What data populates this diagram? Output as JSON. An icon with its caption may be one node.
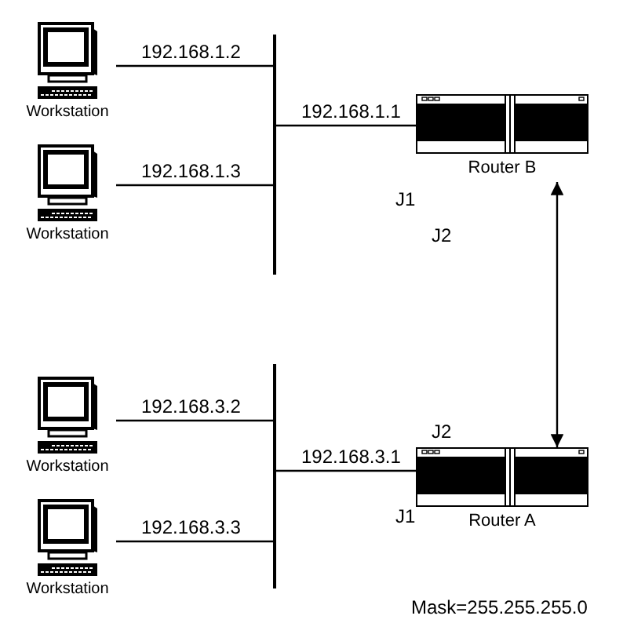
{
  "diagram": {
    "nodes": [
      {
        "text": [
          "Workstation"
        ]
      },
      {
        "text": [
          "Workstation"
        ]
      },
      {
        "text": [],
        "shape": "bar"
      },
      {
        "text": [
          "Router B"
        ]
      },
      {
        "text": [],
        "shape": "bar"
      },
      {
        "text": [
          "Workstation"
        ]
      },
      {
        "text": [
          "Workstation"
        ]
      },
      {
        "text": [
          "Router A"
        ]
      }
    ],
    "edges": [
      {
        "from": 0,
        "to": 2,
        "label": "192.168.1.2",
        "arrow": "none"
      },
      {
        "from": 1,
        "to": 2,
        "label": "192.168.1.3",
        "arrow": "none"
      },
      {
        "from": 2,
        "to": 3,
        "label": "192.168.1.1",
        "arrow": "none"
      },
      {
        "from": 3,
        "to": 7,
        "arrow": "both"
      },
      {
        "from": 5,
        "to": 4,
        "label": "192.168.3.2",
        "arrow": "none"
      },
      {
        "from": 4,
        "to": 7,
        "label": "192.168.3.1",
        "arrow": "none"
      },
      {
        "from": 6,
        "to": 4,
        "label": "192.168.3.3",
        "arrow": "none"
      }
    ],
    "labels": [
      "J1",
      "J2",
      "J2",
      "J1",
      "Mask=255.255.255.0"
    ]
  }
}
